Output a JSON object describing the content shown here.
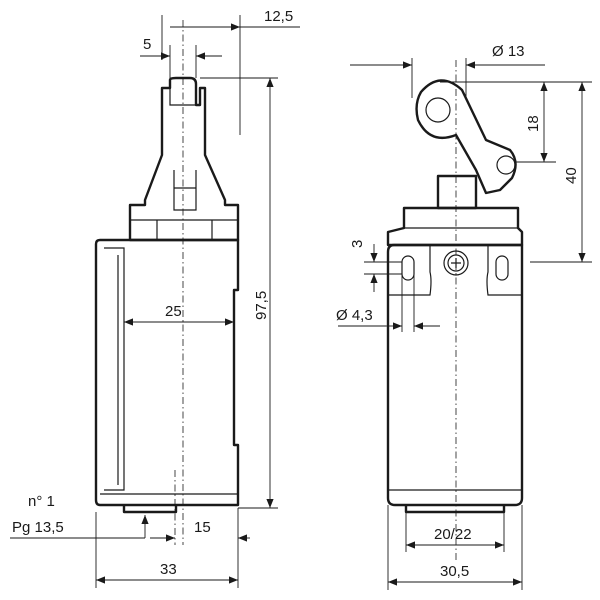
{
  "side_view": {
    "dim_12_5": "12,5",
    "dim_5": "5",
    "dim_25": "25",
    "dim_97_5": "97,5",
    "dim_15": "15",
    "dim_33": "33",
    "conduit_label_1": "n° 1",
    "conduit_label_2": "Pg 13,5"
  },
  "front_view": {
    "dim_roller_dia": "Ø 13",
    "dim_18": "18",
    "dim_40": "40",
    "dim_3": "3",
    "dim_hole_dia": "Ø 4,3",
    "dim_20_22": "20/22",
    "dim_30_5": "30,5"
  }
}
